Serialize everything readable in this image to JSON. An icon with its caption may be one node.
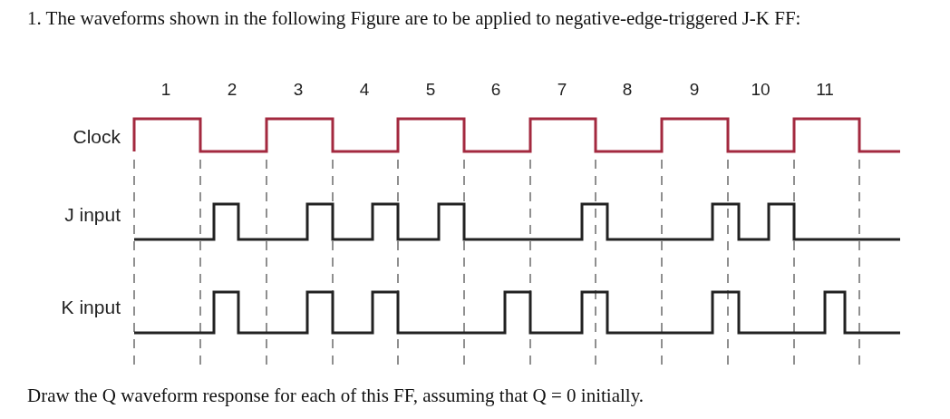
{
  "diagram": {
    "title": "1. The waveforms shown in the following Figure are to be applied to negative-edge-triggered J-K FF:",
    "caption": "Draw the Q waveform response for each of this FF, assuming that Q = 0 initially.",
    "labels": [
      "1",
      "2",
      "3",
      "4",
      "5",
      "6",
      "7",
      "8",
      "9",
      "10",
      "11",
      "Clock",
      "J input",
      "K input"
    ]
  }
}
